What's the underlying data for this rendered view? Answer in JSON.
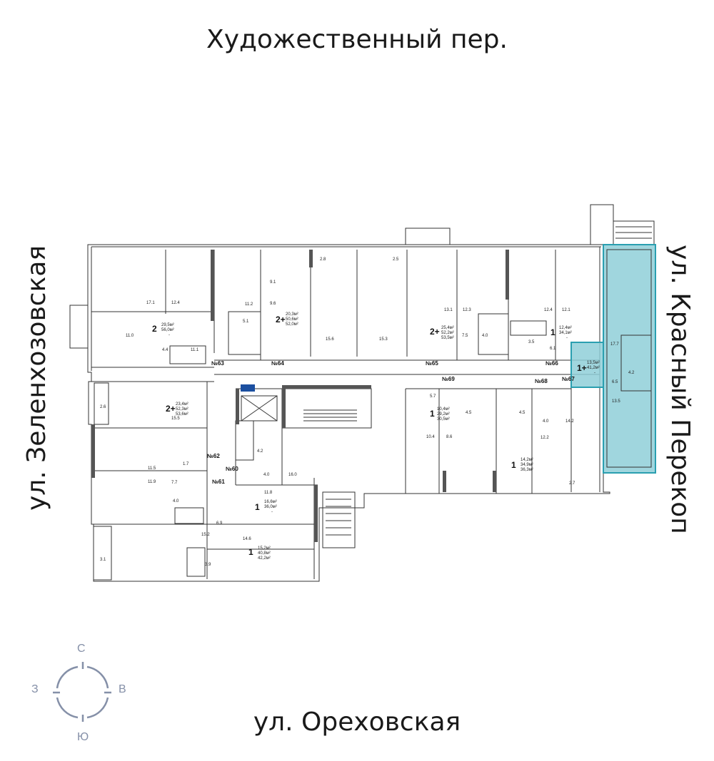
{
  "streets": {
    "top": "Художественный пер.",
    "bottom": "ул. Ореховская",
    "left": "ул. Зеленхозовская",
    "right": "ул. Красный Перекоп"
  },
  "compass": {
    "n": "С",
    "s": "Ю",
    "w": "З",
    "e": "В"
  },
  "colors": {
    "highlight": "#8fcfd8",
    "highlight_stroke": "#2a9fb0",
    "compass": "#8590a8",
    "wall": "#333333",
    "stair_blue": "#1b4fa0"
  },
  "sections": {
    "s60": "№60",
    "s61": "№61",
    "s62": "№62",
    "s63": "№63",
    "s64": "№64",
    "s65": "№65",
    "s66": "№66",
    "s67": "№67",
    "s68": "№68",
    "s69": "№69"
  },
  "apartments": {
    "a1": {
      "rooms": "2",
      "a": "29,5м²",
      "b": "56,0м²",
      "c": "-"
    },
    "a2": {
      "rooms": "2+",
      "a": "20,3м²",
      "b": "50,6м²",
      "c": "52,0м²"
    },
    "a3": {
      "rooms": "2+",
      "a": "25,4м²",
      "b": "52,2м²",
      "c": "53,5м²"
    },
    "a4": {
      "rooms": "1",
      "a": "12,4м²",
      "b": "34,1м²",
      "c": "-"
    },
    "a5": {
      "rooms": "1+",
      "a": "13,5м²",
      "b": "41,2м²",
      "c": "-"
    },
    "a6": {
      "rooms": "2+",
      "a": "23,4м²",
      "b": "52,3м²",
      "c": "53,6м²"
    },
    "a7": {
      "rooms": "1",
      "a": "10,4м²",
      "b": "29,2м²",
      "c": "30,5м²"
    },
    "a8": {
      "rooms": "1",
      "a": "14,2м²",
      "b": "34,9м²",
      "c": "36,3м²"
    },
    "a9": {
      "rooms": "1",
      "a": "16,6м²",
      "b": "36,0м²",
      "c": "-"
    },
    "a10": {
      "rooms": "1",
      "a": "15,2м²",
      "b": "40,8м²",
      "c": "42,2м²"
    }
  },
  "rooms": {
    "r171": "17.1",
    "r124a": "12.4",
    "r110": "11.0",
    "r44": "4.4",
    "r111": "11.1",
    "r91": "9.1",
    "r96": "9.6",
    "r112": "11.2",
    "r51": "5.1",
    "r28": "2.8",
    "r25": "2.5",
    "r156": "15.6",
    "r153": "15.3",
    "r131": "13.1",
    "r123": "12.3",
    "r75": "7.5",
    "r40a": "4.0",
    "r124b": "12.4",
    "r121": "12.1",
    "r35": "3.5",
    "r61": "6.1",
    "r177": "17.7",
    "r42a": "4.2",
    "r65": "6.5",
    "r135": "13.5",
    "r26": "2.6",
    "r155": "15.5",
    "r57": "5.7",
    "r45a": "4.5",
    "r45b": "4.5",
    "r86": "8.6",
    "r104": "10.4",
    "r40b": "4.0",
    "r142": "14.2",
    "r122": "12.2",
    "r27": "2.7",
    "r115": "11.5",
    "r17": "1.7",
    "r77": "7.7",
    "r119": "11.9",
    "r40c": "4.0",
    "r42b": "4.2",
    "r40d": "4.0",
    "r160": "16.0",
    "r118": "11.8",
    "r69": "6.9",
    "r146": "14.6",
    "r152": "15.2",
    "r39": "3.9",
    "r31": "3.1"
  }
}
